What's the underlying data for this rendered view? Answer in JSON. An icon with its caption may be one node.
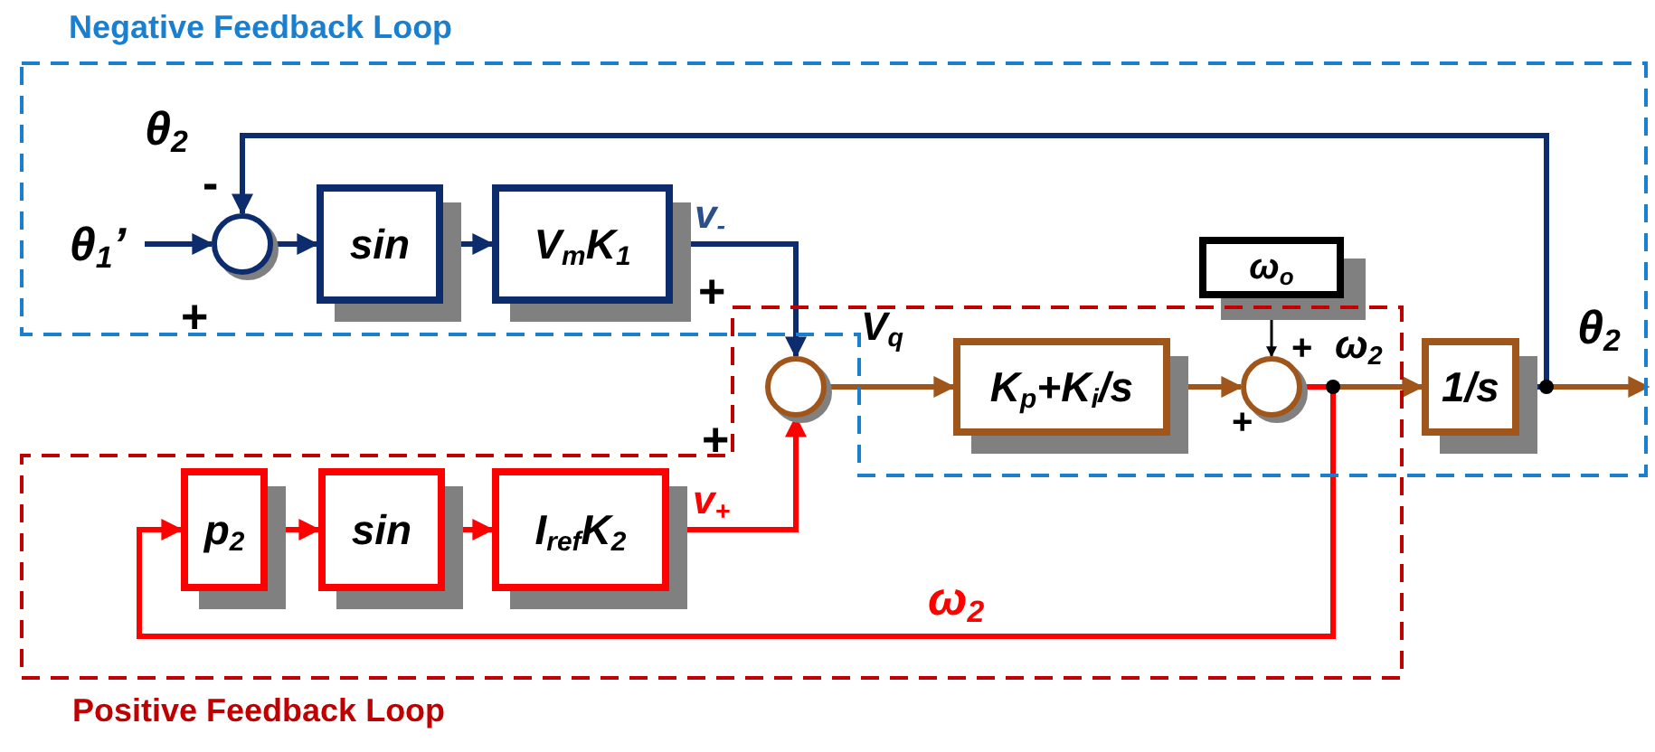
{
  "diagram": {
    "nodes": [
      {
        "text": [
          "Negative Feedback Loop"
        ]
      },
      {
        "text": [],
        "shape": "circle",
        "in": 0
      },
      {
        "text": [
          "sin"
        ],
        "in": 0
      },
      {
        "text": [
          "V$_{m}$K$_{1}$"
        ],
        "in": 0
      },
      {
        "text": [
          "Positive Feedback Loop"
        ]
      },
      {
        "text": [
          "p$_{2}$"
        ],
        "in": 4
      },
      {
        "text": [
          "sin"
        ],
        "in": 4
      },
      {
        "text": [
          "I$_{ref}$K$_{2}$"
        ],
        "in": 4
      },
      {
        "text": [],
        "shape": "circle",
        "in": 4
      },
      {
        "text": [
          "K$_{p}$+K$_{i}$/s"
        ]
      },
      {
        "text": [
          "ω$_{o}$"
        ],
        "in": 0
      },
      {
        "text": [],
        "shape": "circle"
      },
      {
        "text": [
          "1/s"
        ],
        "in": 0
      },
      {
        "text": [
          "θ$_{1}$’"
        ],
        "in": 0
      }
    ],
    "edges": [
      {
        "from": 13,
        "to": 1,
        "arrow": "to",
        "color": "#0c2c6e"
      },
      {
        "from": 1,
        "to": 2,
        "arrow": "to",
        "color": "#0c2c6e"
      },
      {
        "from": 2,
        "to": 3,
        "arrow": "to",
        "color": "#0c2c6e"
      },
      {
        "from": 3,
        "to": 8,
        "arrow": "to",
        "label": "v$_{-}$",
        "color": "#0c2c6e"
      },
      {
        "from": 8,
        "to": 9,
        "arrow": "to",
        "label": "V$_{q}$",
        "color": "#a0561a"
      },
      {
        "from": 9,
        "to": 11,
        "arrow": "to",
        "color": "#a0561a"
      },
      {
        "from": 10,
        "to": 11,
        "arrow": "to",
        "color": "#000000"
      },
      {
        "from": 11,
        "to": 12,
        "arrow": "to",
        "label": "ω$_{2}$",
        "color": "#a0561a"
      },
      {
        "from": 12,
        "to": null,
        "arrow": "to",
        "label": "θ$_{2}$",
        "color": "#a0561a"
      },
      {
        "from": 12,
        "to": 1,
        "arrow": "to",
        "label": "θ$_{2}$",
        "color": "#0c2c6e"
      },
      {
        "from": 11,
        "to": 5,
        "arrow": "to",
        "label": "ω$_{2}$",
        "color": "#ff0000"
      },
      {
        "from": 5,
        "to": 6,
        "arrow": "to",
        "color": "#ff0000"
      },
      {
        "from": 6,
        "to": 7,
        "arrow": "to",
        "color": "#ff0000"
      },
      {
        "from": 7,
        "to": 8,
        "arrow": "to",
        "label": "v$_{+}$",
        "color": "#ff0000"
      }
    ],
    "labels": [
      "-",
      "+",
      "+",
      "+",
      "+",
      "+"
    ]
  }
}
